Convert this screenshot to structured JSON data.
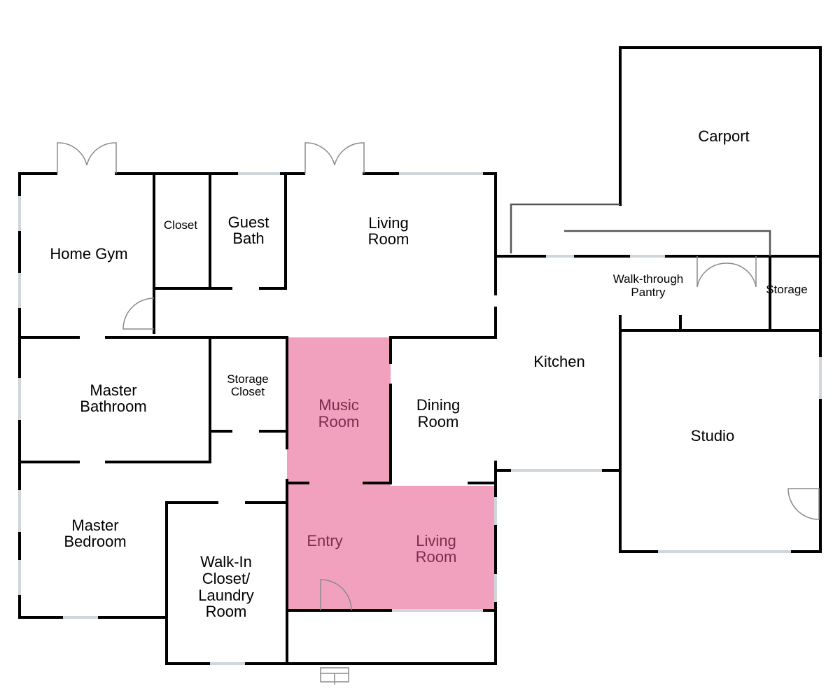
{
  "highlight_color": "#f1a1bd",
  "highlight_text_color": "#7a2c4c",
  "rooms": {
    "home_gym": [
      "Home Gym"
    ],
    "closet": [
      "Closet"
    ],
    "guest_bath": [
      "Guest",
      "Bath"
    ],
    "living_room_top": [
      "Living",
      "Room"
    ],
    "carport": [
      "Carport"
    ],
    "pantry": [
      "Walk-through",
      "Pantry"
    ],
    "storage": [
      "Storage"
    ],
    "master_bathroom": [
      "Master",
      "Bathroom"
    ],
    "storage_closet": [
      "Storage",
      "Closet"
    ],
    "music_room": [
      "Music",
      "Room"
    ],
    "dining_room": [
      "Dining",
      "Room"
    ],
    "kitchen": [
      "Kitchen"
    ],
    "studio": [
      "Studio"
    ],
    "master_bedroom": [
      "Master",
      "Bedroom"
    ],
    "walk_in_closet": [
      "Walk-In",
      "Closet/",
      "Laundry",
      "Room"
    ],
    "entry": [
      "Entry"
    ],
    "living_room_bottom": [
      "Living",
      "Room"
    ]
  }
}
